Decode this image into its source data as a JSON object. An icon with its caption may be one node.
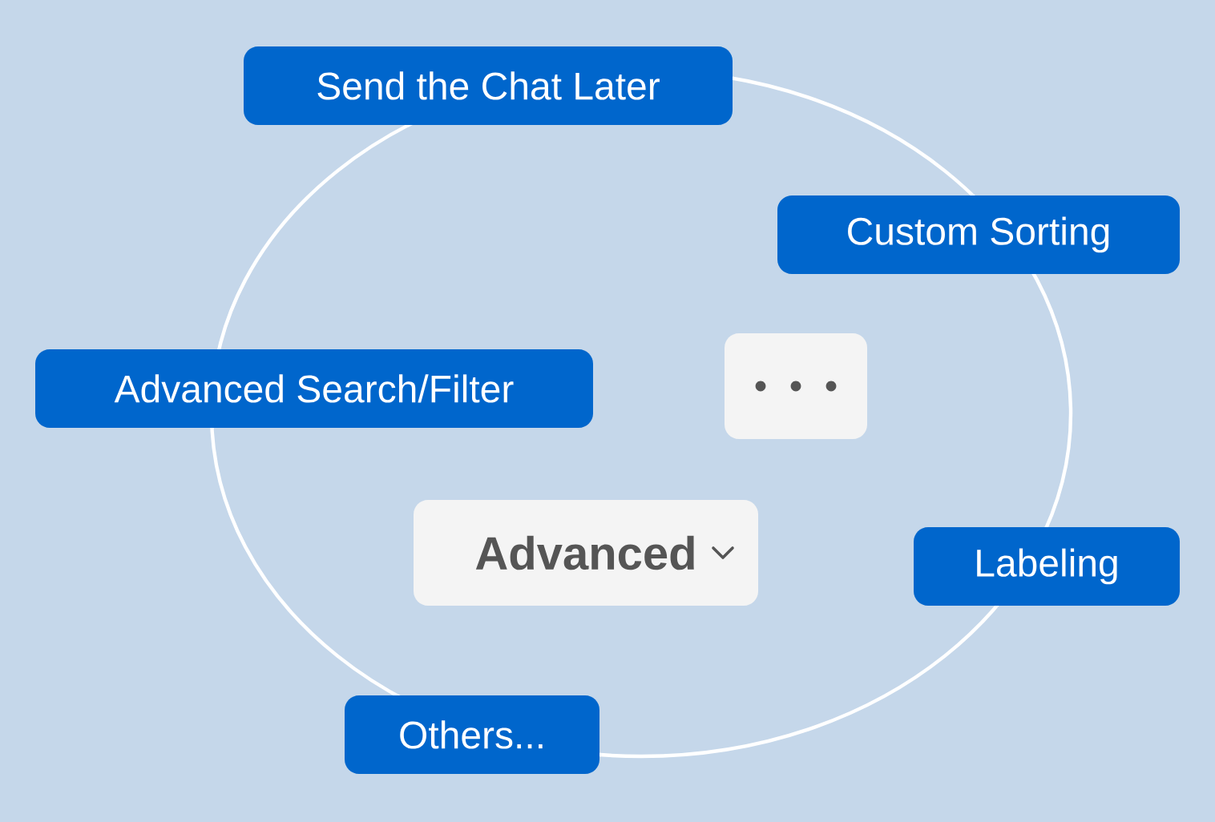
{
  "diagram": {
    "nodes": [
      {
        "text": [
          "Send the Chat Later"
        ]
      },
      {
        "text": [
          "Custom Sorting"
        ]
      },
      {
        "text": [],
        "shape": "box"
      },
      {
        "text": [
          "Advanced Search/Filter"
        ]
      },
      {
        "text": [
          "Advanced"
        ]
      },
      {
        "text": [
          "Labeling"
        ]
      },
      {
        "text": [
          "Others..."
        ]
      }
    ]
  }
}
